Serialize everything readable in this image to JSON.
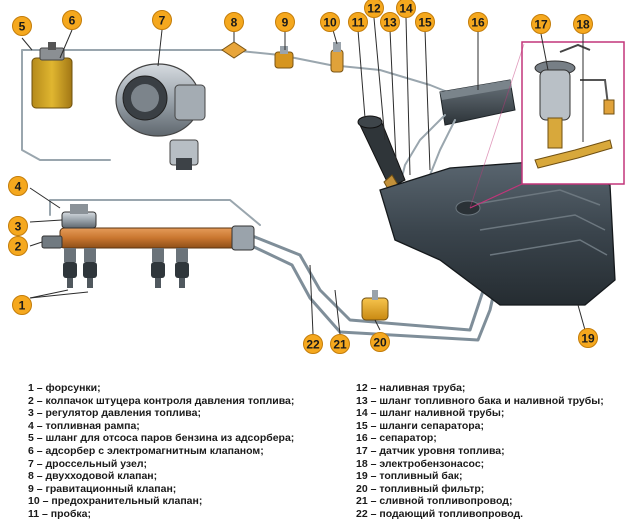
{
  "diagram": {
    "callouts": [
      "1",
      "2",
      "3",
      "4",
      "5",
      "6",
      "7",
      "8",
      "9",
      "10",
      "11",
      "12",
      "13",
      "14",
      "15",
      "16",
      "17",
      "18",
      "19",
      "20",
      "21",
      "22"
    ]
  },
  "legend": {
    "left": [
      "1 – форсунки;",
      "2 – колпачок штуцера контроля давления топлива;",
      "3 – регулятор давления топлива;",
      "4 – топливная рампа;",
      "5 – шланг для отсоса паров бензина из адсорбера;",
      "6 – адсорбер с электромагнитным клапаном;",
      "7 – дроссельный узел;",
      "8 – двухходовой клапан;",
      "9 – гравитационный клапан;",
      "10 – предохранительный клапан;",
      "11 – пробка;"
    ],
    "right": [
      "12 – наливная труба;",
      "13 – шланг топливного бака и наливной трубы;",
      "14 – шланг наливной трубы;",
      "15 – шланги сепаратора;",
      "16 – сепаратор;",
      "17 – датчик уровня топлива;",
      "18 – электробензонасос;",
      "19 – топливный бак;",
      "20 – топливный фильтр;",
      "21 – сливной топливопровод;",
      "22 – подающий топливопровод."
    ]
  }
}
